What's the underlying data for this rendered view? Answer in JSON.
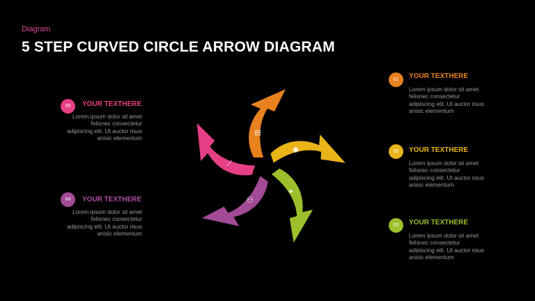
{
  "header": {
    "kicker": "Diagram",
    "title": "5 STEP CURVED CIRCLE ARROW DIAGRAM"
  },
  "steps": [
    {
      "number": "01",
      "heading": "YOUR TEXTHERE",
      "body": "Lorem ipsum dolor sit amet felisnec consectetur adipiscing elit. Ut auctor risus anisic elementum",
      "color": "#e8821e",
      "icon": "briefcase-icon"
    },
    {
      "number": "02",
      "heading": "YOUR TEXTHERE",
      "body": "Lorem ipsum dolor sit amet felisnec consectetur adipiscing elit. Ut auctor risus anisic elementum",
      "color": "#e9b418",
      "icon": "lightbulb-icon"
    },
    {
      "number": "03",
      "heading": "YOUR TEXTHERE",
      "body": "Lorem ipsum dolor sit amet felisnec consectetur adipiscing elit. Ut auctor risus anisic elementum",
      "color": "#9cbf2b",
      "icon": "handshake-icon"
    },
    {
      "number": "04",
      "heading": "YOUR TEXTHERE",
      "body": "Lorem ipsum dolor sit amet felisnec consectetur adipiscing elit. Ut auctor risus anisic elementum",
      "color": "#a24a95",
      "icon": "people-icon"
    },
    {
      "number": "05",
      "heading": "YOUR TEXTHERE",
      "body": "Lorem ipsum dolor sit amet felisnec consectetur adipiscing elit. Ut auctor risus anisic elementum",
      "color": "#e63f85",
      "icon": "growth-chart-icon"
    }
  ]
}
